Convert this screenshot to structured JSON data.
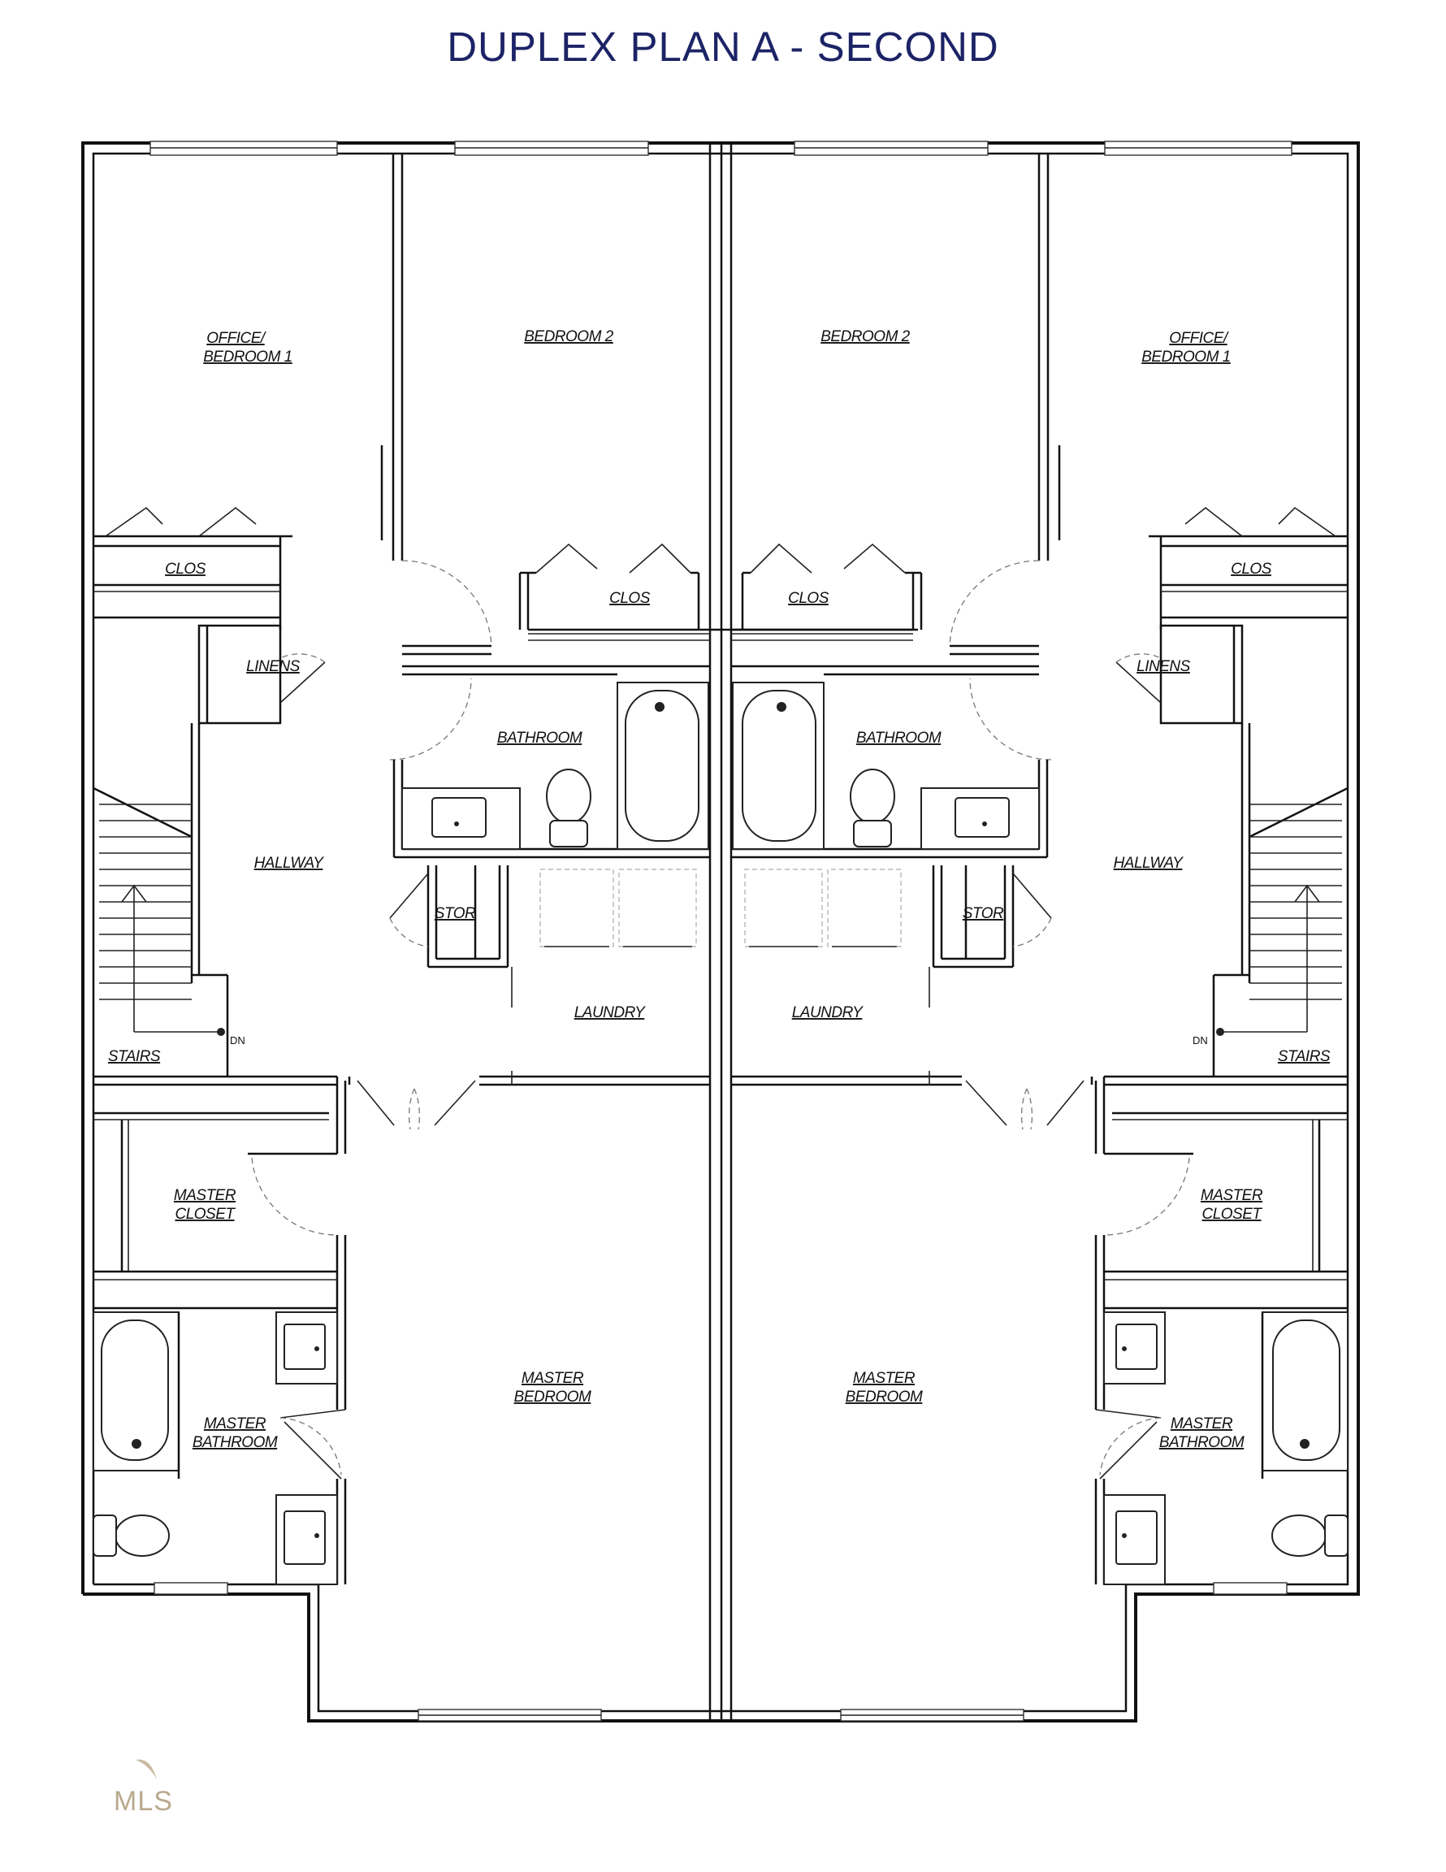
{
  "title": "DUPLEX PLAN A - SECOND",
  "rooms": {
    "left_office_1": "OFFICE/",
    "left_office_2": "BEDROOM 1",
    "left_bedroom2": "BEDROOM 2",
    "right_bedroom2": "BEDROOM 2",
    "right_office_1": "OFFICE/",
    "right_office_2": "BEDROOM 1",
    "left_clos_a": "CLOS",
    "left_clos_b": "CLOS",
    "right_clos_b": "CLOS",
    "right_clos_a": "CLOS",
    "left_linens": "LINENS",
    "right_linens": "LINENS",
    "left_bathroom": "BATHROOM",
    "right_bathroom": "BATHROOM",
    "left_hallway": "HALLWAY",
    "right_hallway": "HALLWAY",
    "left_stor": "STOR",
    "right_stor": "STOR",
    "left_laundry": "LAUNDRY",
    "right_laundry": "LAUNDRY",
    "left_stairs": "STAIRS",
    "right_stairs": "STAIRS",
    "left_dn": "DN",
    "right_dn": "DN",
    "left_master_closet_1": "MASTER",
    "left_master_closet_2": "CLOSET",
    "right_master_closet_1": "MASTER",
    "right_master_closet_2": "CLOSET",
    "left_master_bedroom_1": "MASTER",
    "left_master_bedroom_2": "BEDROOM",
    "right_master_bedroom_1": "MASTER",
    "right_master_bedroom_2": "BEDROOM",
    "left_master_bath_1": "MASTER",
    "left_master_bath_2": "BATHROOM",
    "right_master_bath_1": "MASTER",
    "right_master_bath_2": "BATHROOM"
  },
  "watermark": "MLS",
  "colors": {
    "title": "#1c2366",
    "walls": "#111111",
    "watermark": "#b8a98e"
  }
}
